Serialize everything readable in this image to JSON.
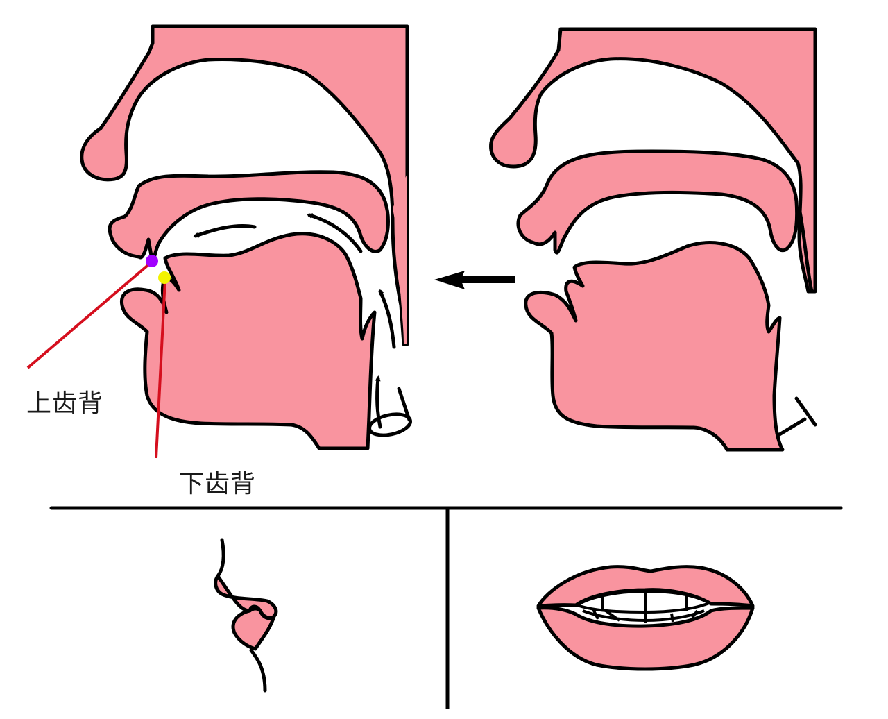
{
  "diagram": {
    "description": "Articulation diagram: sagittal section of vocal tract during a consonant (left) versus resting position (right), with lip side view and front view below",
    "colors": {
      "tissue": "#F9949F",
      "outline": "#000000",
      "pointer_line": "#D50F1E",
      "upper_teeth_marker": "#A100FF",
      "lower_teeth_marker": "#F2F200",
      "background": "#FFFFFF"
    },
    "labels": {
      "upper_teeth_back": "上齿背",
      "lower_teeth_back": "下齿背"
    },
    "panels": {
      "left_section": "airflow-articulation",
      "right_section": "rest-position",
      "bottom_left": "lips-side-view",
      "bottom_right": "lips-front-view"
    },
    "arrows": {
      "transition": "left-arrow",
      "airflow": [
        "up-arrow",
        "up-arrow",
        "left-curved-arrow",
        "left-curved-arrow"
      ]
    }
  }
}
